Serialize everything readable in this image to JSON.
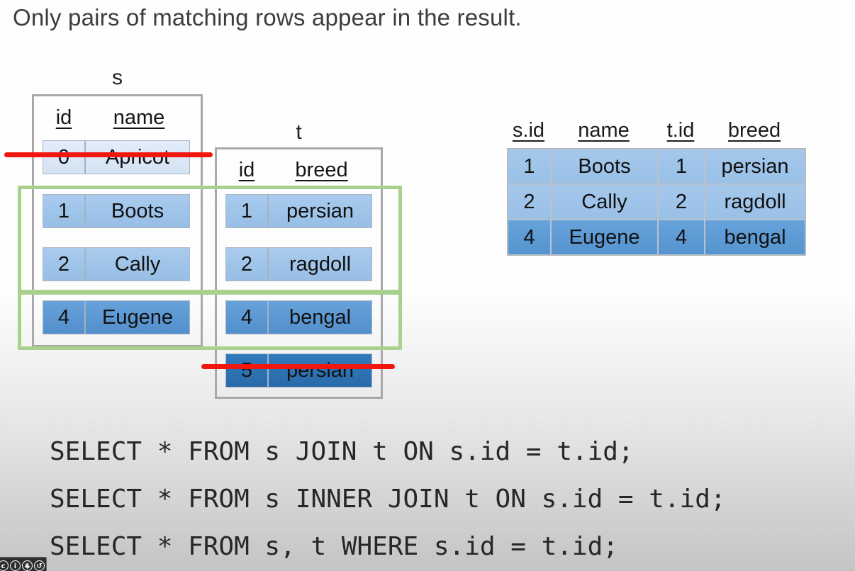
{
  "title": "Only pairs of matching rows appear in the result.",
  "table_s": {
    "label": "s",
    "headers": {
      "col1": "id",
      "col2": "name"
    },
    "rows": [
      {
        "id": "0",
        "name": "Apricot",
        "tone": "excluded",
        "matched": false
      },
      {
        "id": "1",
        "name": "Boots",
        "tone": "light",
        "matched": true
      },
      {
        "id": "2",
        "name": "Cally",
        "tone": "light",
        "matched": true
      },
      {
        "id": "4",
        "name": "Eugene",
        "tone": "medium",
        "matched": true
      }
    ]
  },
  "table_t": {
    "label": "t",
    "headers": {
      "col1": "id",
      "col2": "breed"
    },
    "rows": [
      {
        "id": "1",
        "breed": "persian",
        "tone": "light",
        "matched": true
      },
      {
        "id": "2",
        "breed": "ragdoll",
        "tone": "light",
        "matched": true
      },
      {
        "id": "4",
        "breed": "bengal",
        "tone": "medium",
        "matched": true
      },
      {
        "id": "5",
        "breed": "persian",
        "tone": "dark",
        "matched": false
      }
    ]
  },
  "result_table": {
    "headers": {
      "col1": "s.id",
      "col2": "name",
      "col3": "t.id",
      "col4": "breed"
    },
    "rows": [
      {
        "sid": "1",
        "name": "Boots",
        "tid": "1",
        "breed": "persian",
        "tone": "light"
      },
      {
        "sid": "2",
        "name": "Cally",
        "tid": "2",
        "breed": "ragdoll",
        "tone": "light"
      },
      {
        "sid": "4",
        "name": "Eugene",
        "tid": "4",
        "breed": "bengal",
        "tone": "medium"
      }
    ]
  },
  "sql": {
    "line1": "SELECT * FROM s JOIN t ON s.id = t.id;",
    "line2": "SELECT * FROM s INNER JOIN t ON s.id = t.id;",
    "line3": "SELECT * FROM s, t WHERE s.id = t.id;"
  },
  "license": {
    "name": "creative-commons-by-nc-sa",
    "cc_glyph": "c",
    "by_glyph": "i",
    "nc_glyph": "$",
    "sa_glyph": "↺"
  },
  "colors": {
    "row_excluded": "#dce8f6",
    "row_light": "#9fc5e8",
    "row_medium": "#5b9bd5",
    "row_dark": "#2e75b6",
    "strike_red": "#f2170e",
    "match_green": "#a9d18e",
    "frame_gray": "#a9a9a9"
  }
}
